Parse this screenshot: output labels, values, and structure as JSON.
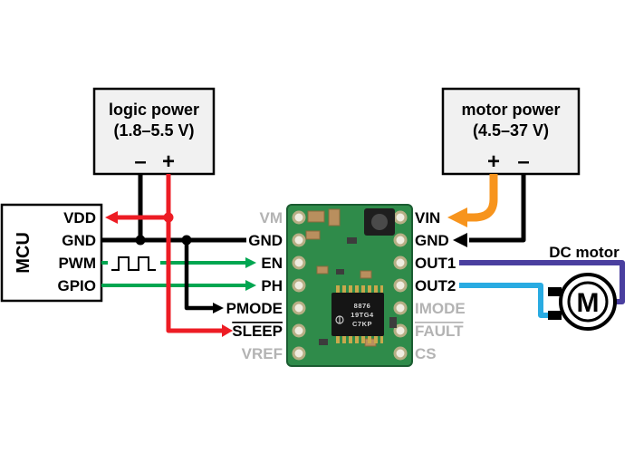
{
  "colors": {
    "wire_red": "#ed1c24",
    "wire_green": "#00a651",
    "wire_orange": "#f7941d",
    "wire_purple": "#4a3f9f",
    "wire_blue": "#29abe2",
    "wire_black": "#000000",
    "unused_pin_gray": "#b3b3b3",
    "pcb_green": "#2f8b4a"
  },
  "logic_power": {
    "title": "logic power",
    "range": "(1.8–5.5 V)",
    "neg": "–",
    "pos": "+"
  },
  "motor_power": {
    "title": "motor power",
    "range": "(4.5–37 V)",
    "pos": "+",
    "neg": "–"
  },
  "mcu": {
    "label": "MCU",
    "pins": [
      "VDD",
      "GND",
      "PWM",
      "GPIO"
    ]
  },
  "board": {
    "left_pins": [
      {
        "label": "VM"
      },
      {
        "label": "GND"
      },
      {
        "label": "EN"
      },
      {
        "label": "PH"
      },
      {
        "label": "PMODE"
      },
      {
        "label": "SLEEP"
      },
      {
        "label": "VREF"
      }
    ],
    "right_pins": [
      {
        "label": "VIN"
      },
      {
        "label": "GND"
      },
      {
        "label": "OUT1"
      },
      {
        "label": "OUT2"
      },
      {
        "label": "IMODE"
      },
      {
        "label": "FAULT"
      },
      {
        "label": "CS"
      }
    ],
    "chip_marking": [
      "8876",
      "19TG4",
      "C7KP"
    ]
  },
  "motor": {
    "label": "DC motor",
    "symbol": "M"
  }
}
